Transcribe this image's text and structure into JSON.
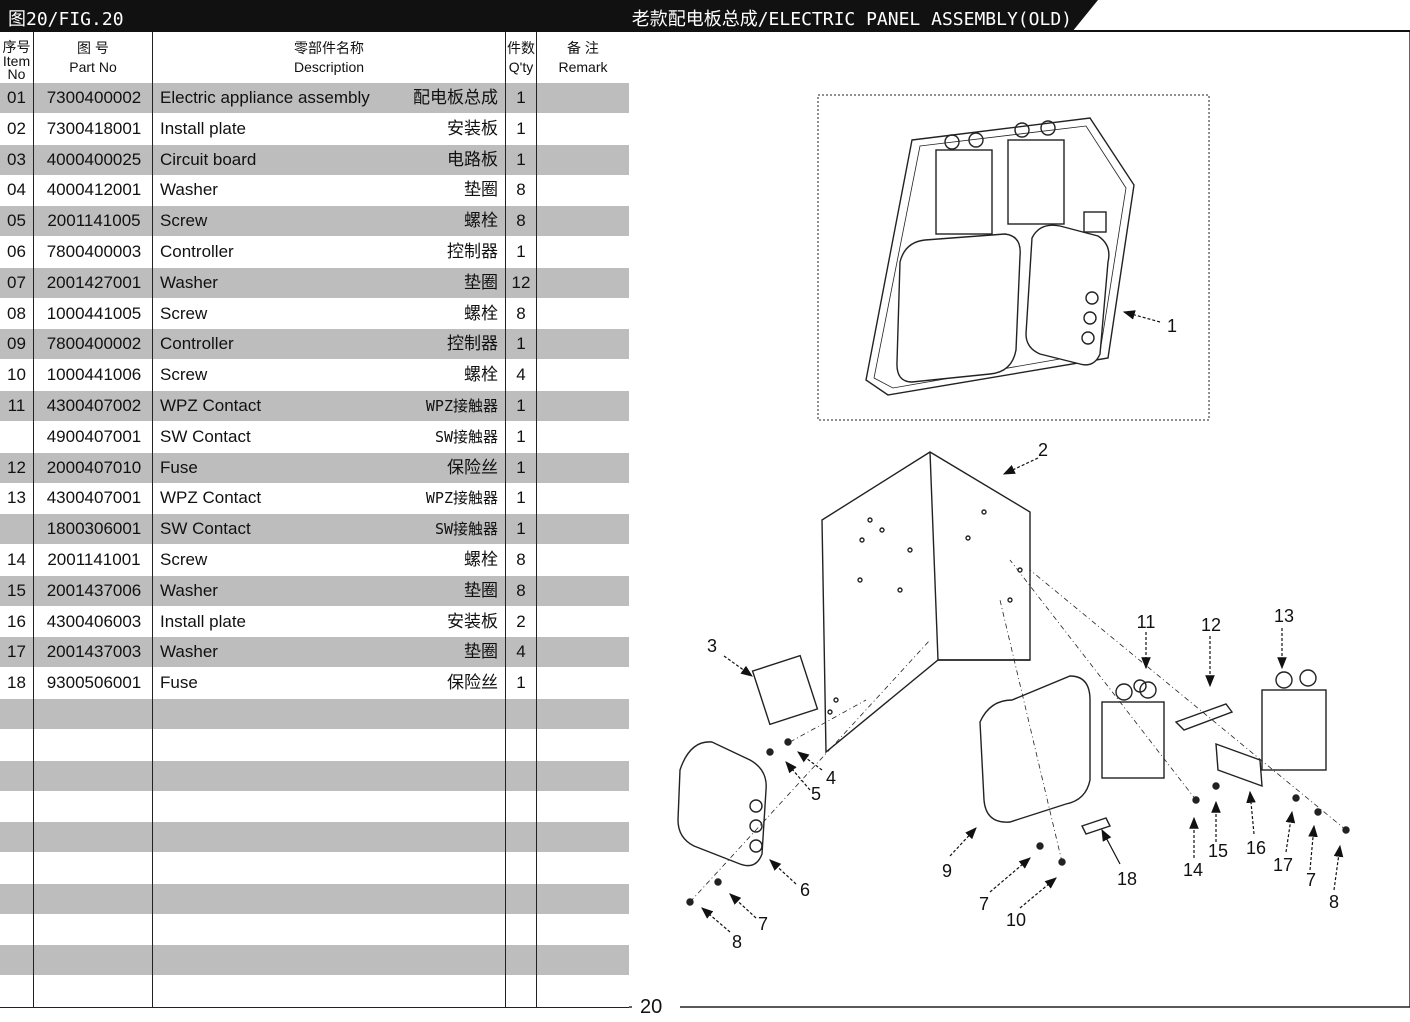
{
  "header": {
    "fig_label": "图20/FIG.20",
    "title": "老款配电板总成/ELECTRIC PANEL ASSEMBLY(OLD)"
  },
  "columns": {
    "no_cn": "序号",
    "no_en1": "Item",
    "no_en2": "No",
    "pn_cn": "图 号",
    "pn_en": "Part No",
    "desc_cn": "零部件名称",
    "desc_en": "Description",
    "qty_cn": "件数",
    "qty_en": "Q'ty",
    "remark_cn": "备 注",
    "remark_en": "Remark"
  },
  "rows": [
    {
      "no": "01",
      "pn": "7300400002",
      "en": "Electric appliance assembly",
      "cn": "配电板总成",
      "qty": "1"
    },
    {
      "no": "02",
      "pn": "7300418001",
      "en": "Install plate",
      "cn": "安装板",
      "qty": "1"
    },
    {
      "no": "03",
      "pn": "4000400025",
      "en": "Circuit board",
      "cn": "电路板",
      "qty": "1"
    },
    {
      "no": "04",
      "pn": "4000412001",
      "en": "Washer",
      "cn": "垫圈",
      "qty": "8"
    },
    {
      "no": "05",
      "pn": "2001141005",
      "en": "Screw",
      "cn": "螺栓",
      "qty": "8"
    },
    {
      "no": "06",
      "pn": "7800400003",
      "en": "Controller",
      "cn": "控制器",
      "qty": "1"
    },
    {
      "no": "07",
      "pn": "2001427001",
      "en": "Washer",
      "cn": "垫圈",
      "qty": "12"
    },
    {
      "no": "08",
      "pn": "1000441005",
      "en": "Screw",
      "cn": "螺栓",
      "qty": "8"
    },
    {
      "no": "09",
      "pn": "7800400002",
      "en": "Controller",
      "cn": "控制器",
      "qty": "1"
    },
    {
      "no": "10",
      "pn": "1000441006",
      "en": "Screw",
      "cn": "螺栓",
      "qty": "4"
    },
    {
      "no": "11",
      "pn": "4300407002",
      "en": "WPZ Contact",
      "cn": "WPZ接触器",
      "qty": "1"
    },
    {
      "no": "",
      "pn": "4900407001",
      "en": "SW Contact",
      "cn": "SW接触器",
      "qty": "1"
    },
    {
      "no": "12",
      "pn": "2000407010",
      "en": "Fuse",
      "cn": "保险丝",
      "qty": "1"
    },
    {
      "no": "13",
      "pn": "4300407001",
      "en": "WPZ Contact",
      "cn": "WPZ接触器",
      "qty": "1"
    },
    {
      "no": "",
      "pn": "1800306001",
      "en": "SW Contact",
      "cn": "SW接触器",
      "qty": "1"
    },
    {
      "no": "14",
      "pn": "2001141001",
      "en": "Screw",
      "cn": "螺栓",
      "qty": "8"
    },
    {
      "no": "15",
      "pn": "2001437006",
      "en": "Washer",
      "cn": "垫圈",
      "qty": "8"
    },
    {
      "no": "16",
      "pn": "4300406003",
      "en": "Install plate",
      "cn": "安装板",
      "qty": "2"
    },
    {
      "no": "17",
      "pn": "2001437003",
      "en": "Washer",
      "cn": "垫圈",
      "qty": "4"
    },
    {
      "no": "18",
      "pn": "9300506001",
      "en": "Fuse",
      "cn": "保险丝",
      "qty": "1"
    },
    {
      "no": "",
      "pn": "",
      "en": "",
      "cn": "",
      "qty": ""
    },
    {
      "no": "",
      "pn": "",
      "en": "",
      "cn": "",
      "qty": ""
    },
    {
      "no": "",
      "pn": "",
      "en": "",
      "cn": "",
      "qty": ""
    },
    {
      "no": "",
      "pn": "",
      "en": "",
      "cn": "",
      "qty": ""
    },
    {
      "no": "",
      "pn": "",
      "en": "",
      "cn": "",
      "qty": ""
    },
    {
      "no": "",
      "pn": "",
      "en": "",
      "cn": "",
      "qty": ""
    },
    {
      "no": "",
      "pn": "",
      "en": "",
      "cn": "",
      "qty": ""
    },
    {
      "no": "",
      "pn": "",
      "en": "",
      "cn": "",
      "qty": ""
    },
    {
      "no": "",
      "pn": "",
      "en": "",
      "cn": "",
      "qty": ""
    },
    {
      "no": "",
      "pn": "",
      "en": "",
      "cn": "",
      "qty": ""
    }
  ],
  "callouts": [
    "1",
    "2",
    "3",
    "4",
    "5",
    "6",
    "7",
    "8",
    "9",
    "7",
    "10",
    "11",
    "12",
    "13",
    "18",
    "14",
    "15",
    "16",
    "17",
    "7",
    "8"
  ],
  "page_number": "20"
}
